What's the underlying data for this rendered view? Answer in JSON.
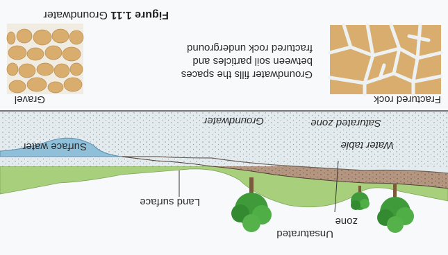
{
  "figure": {
    "number_label": "Figure 1.11",
    "title": "Groundwater"
  },
  "panels": {
    "gravel_label": "Gravel",
    "fractured_rock_label": "Fractured rock",
    "description_lines": [
      "Groundwater fills the spaces",
      "between soil particles and",
      "fractured rock underground"
    ]
  },
  "cross_section_labels": {
    "groundwater": "Groundwater",
    "saturated_zone": "Saturated zone",
    "water_table": "Water table",
    "surface_water": "Surface water",
    "land_surface": "Land surface",
    "unsaturated_zone_line1": "Unsaturated",
    "unsaturated_zone_line2": "zone"
  },
  "colors": {
    "gravel_stone": "#d9ad6d",
    "gravel_gaps": "#f1ece2",
    "rock_gaps": "#eef1f2",
    "saturated_zone": "#e3ebee",
    "unsaturated_soil": "#b49580",
    "surface_water": "#8fbfd9",
    "grass": "#a8cf7b",
    "tree_foliage": "#3f9b3a",
    "tree_trunk": "#7b5a3c"
  }
}
